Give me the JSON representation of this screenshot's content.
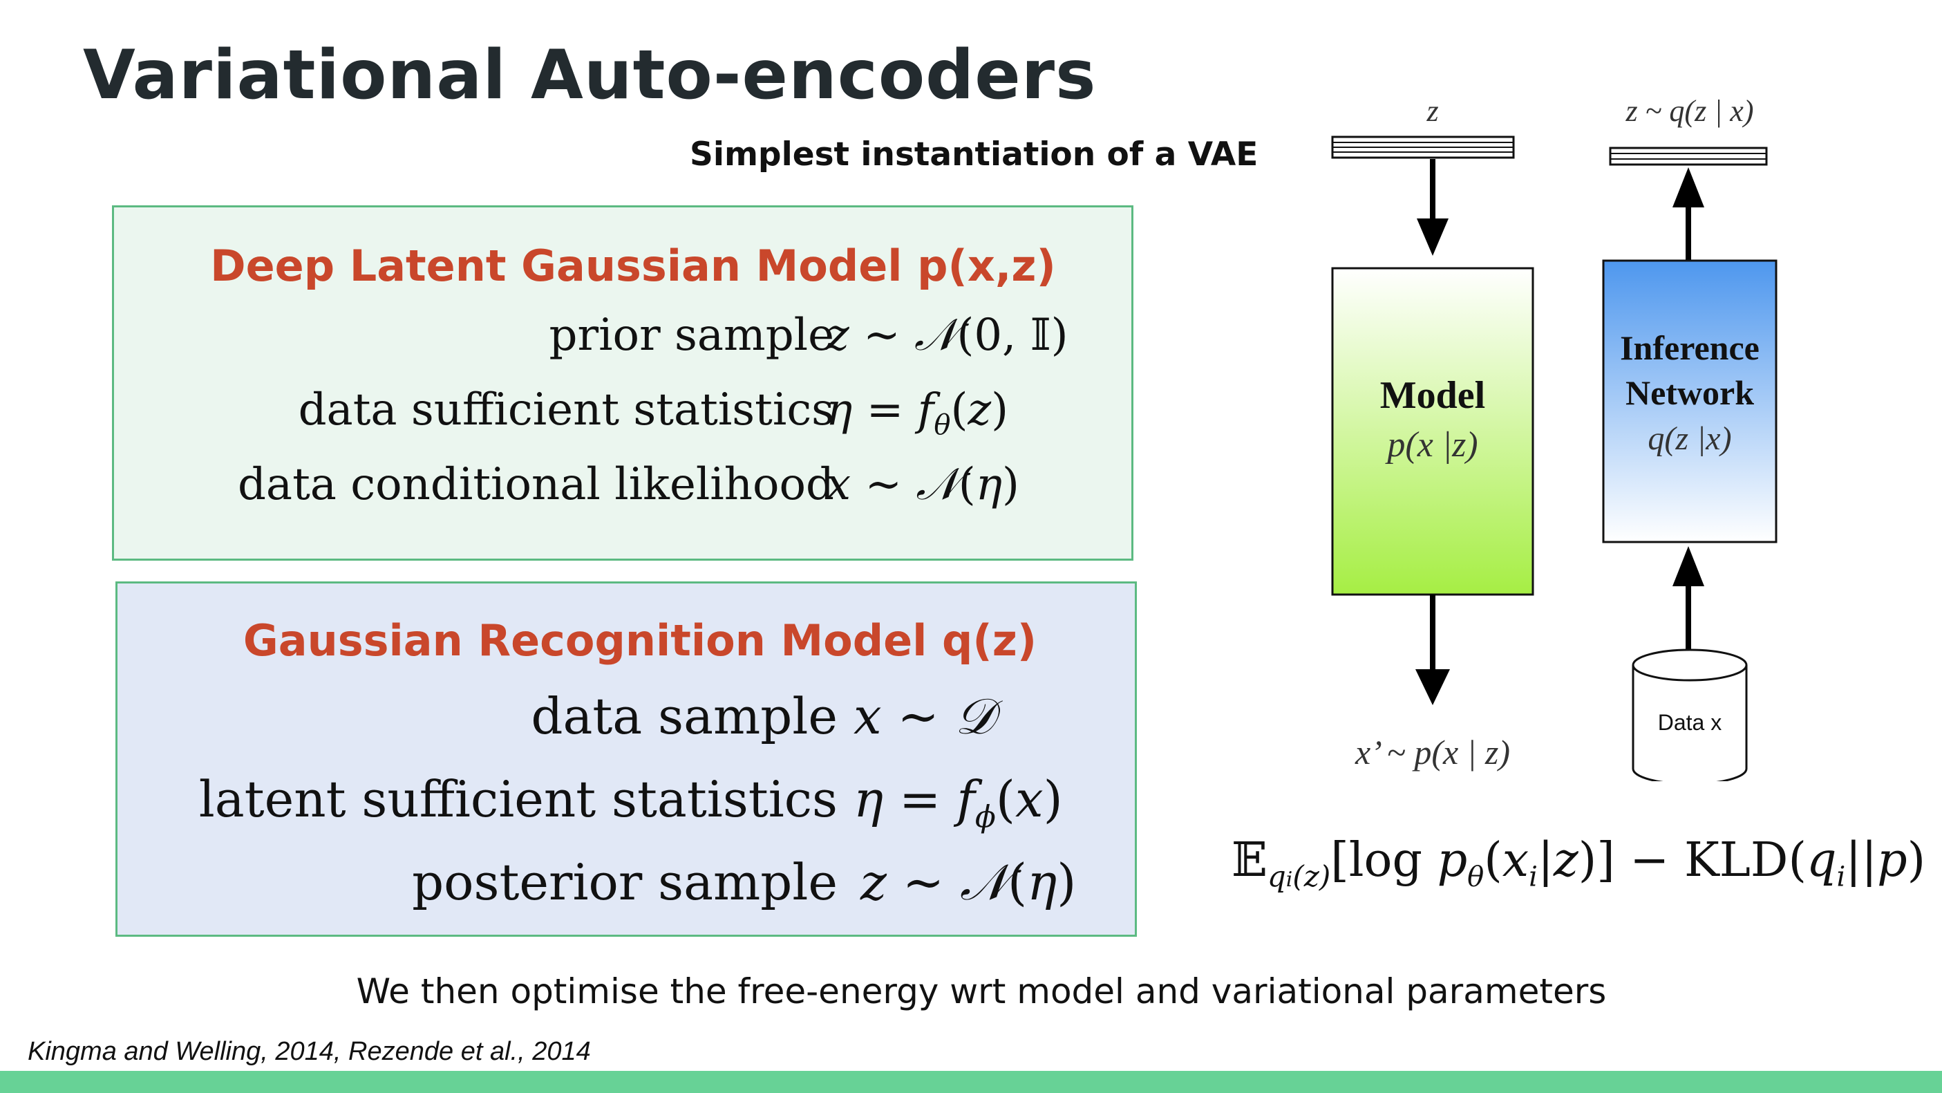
{
  "slide": {
    "title": "Variational Auto-encoders",
    "subtitle": "Simplest instantiation of a VAE",
    "bottom_text": "We then optimise the free-energy wrt model and variational parameters",
    "citation": "Kingma and Welling, 2014, Rezende et al., 2014",
    "accent_color": "#67d296",
    "heading_color": "#c9472b"
  },
  "generative_box": {
    "title": "Deep Latent Gaussian Model p(x,z)",
    "rows": [
      {
        "label": "prior sample"
      },
      {
        "label": "data sufficient statistics"
      },
      {
        "label": "data conditional likelihood"
      }
    ]
  },
  "recognition_box": {
    "title": "Gaussian Recognition Model q(z)",
    "rows": [
      {
        "label": "data sample"
      },
      {
        "label": "latent sufficient statistics"
      },
      {
        "label": "posterior sample"
      }
    ]
  },
  "diagram": {
    "z_label": "z",
    "q_label": "z ~ q(z | x)",
    "model_title": "Model",
    "model_sub": "p(x |z)",
    "inference_title_1": "Inference",
    "inference_title_2": "Network",
    "inference_sub": "q(z |x)",
    "output_label": "x’ ~ p(x | z)",
    "data_label": "Data x",
    "model_color": "#a6ee44",
    "inference_color": "#4e97ee"
  }
}
